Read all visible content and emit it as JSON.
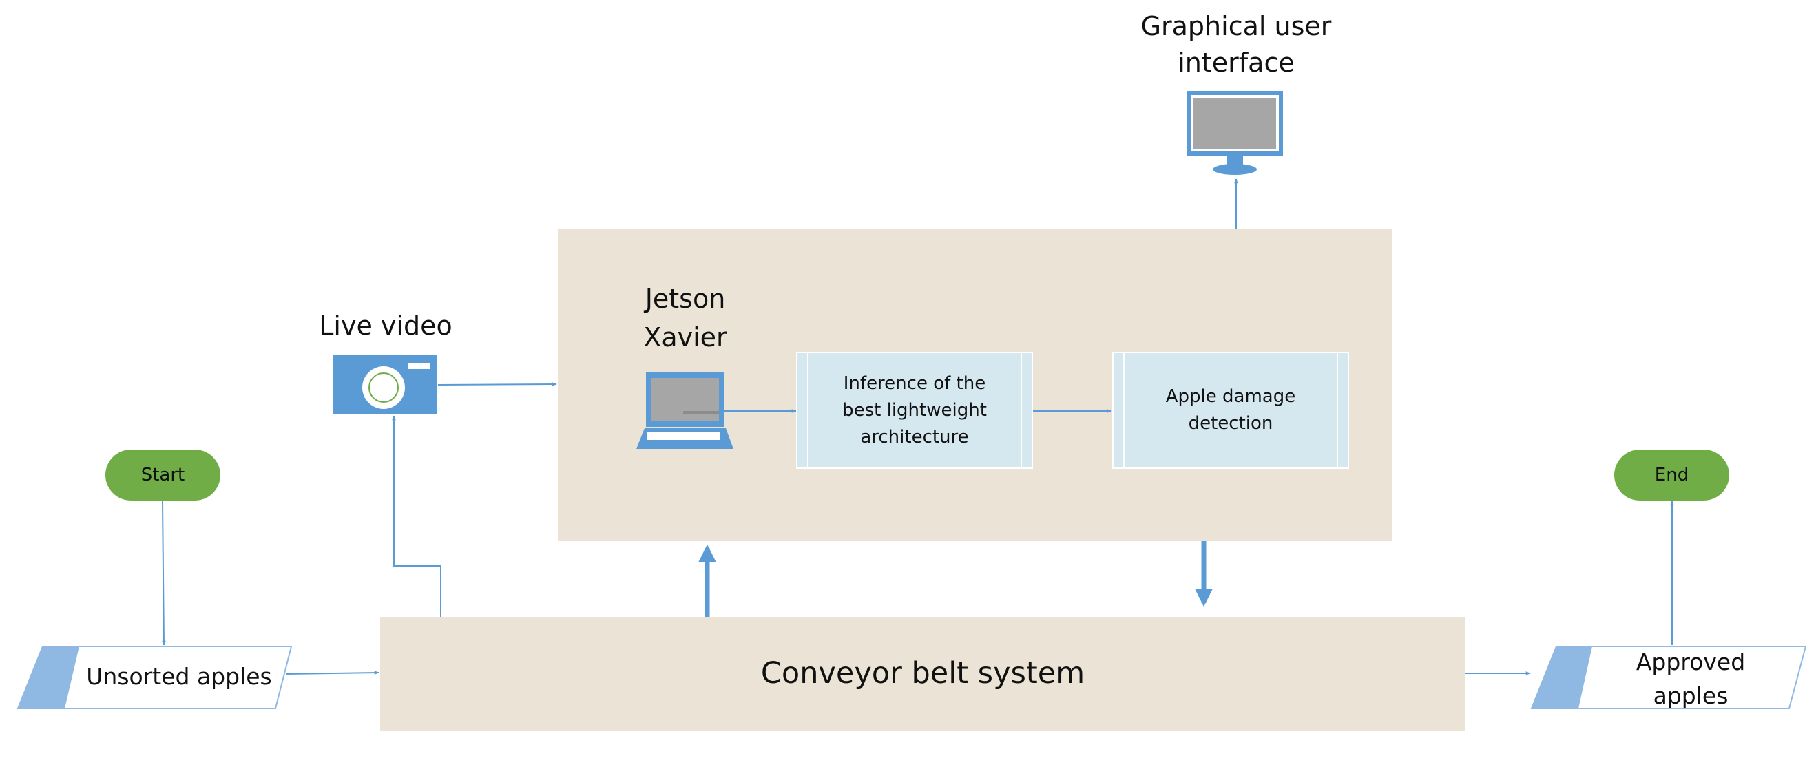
{
  "nodes": {
    "gui_label": "Graphical user interface",
    "live_video_label": "Live video",
    "jetson_label": "Jetson Xavier",
    "inference_label": "Inference of the best lightweight architecture",
    "damage_label": "Apple damage detection",
    "start_label": "Start",
    "end_label": "End",
    "unsorted_label": "Unsorted apples",
    "approved_label": "Approved apples",
    "conveyor_label": "Conveyor belt system"
  },
  "colors": {
    "panel": "#ebe3d5",
    "process_fill": "#d5e7ef",
    "terminal_green": "#70ad47",
    "icon_blue": "#5b9bd5",
    "io_blue": "#8fb8e2",
    "connector": "#5b9bd5"
  },
  "icons": [
    "camera-icon",
    "laptop-icon",
    "monitor-icon"
  ]
}
